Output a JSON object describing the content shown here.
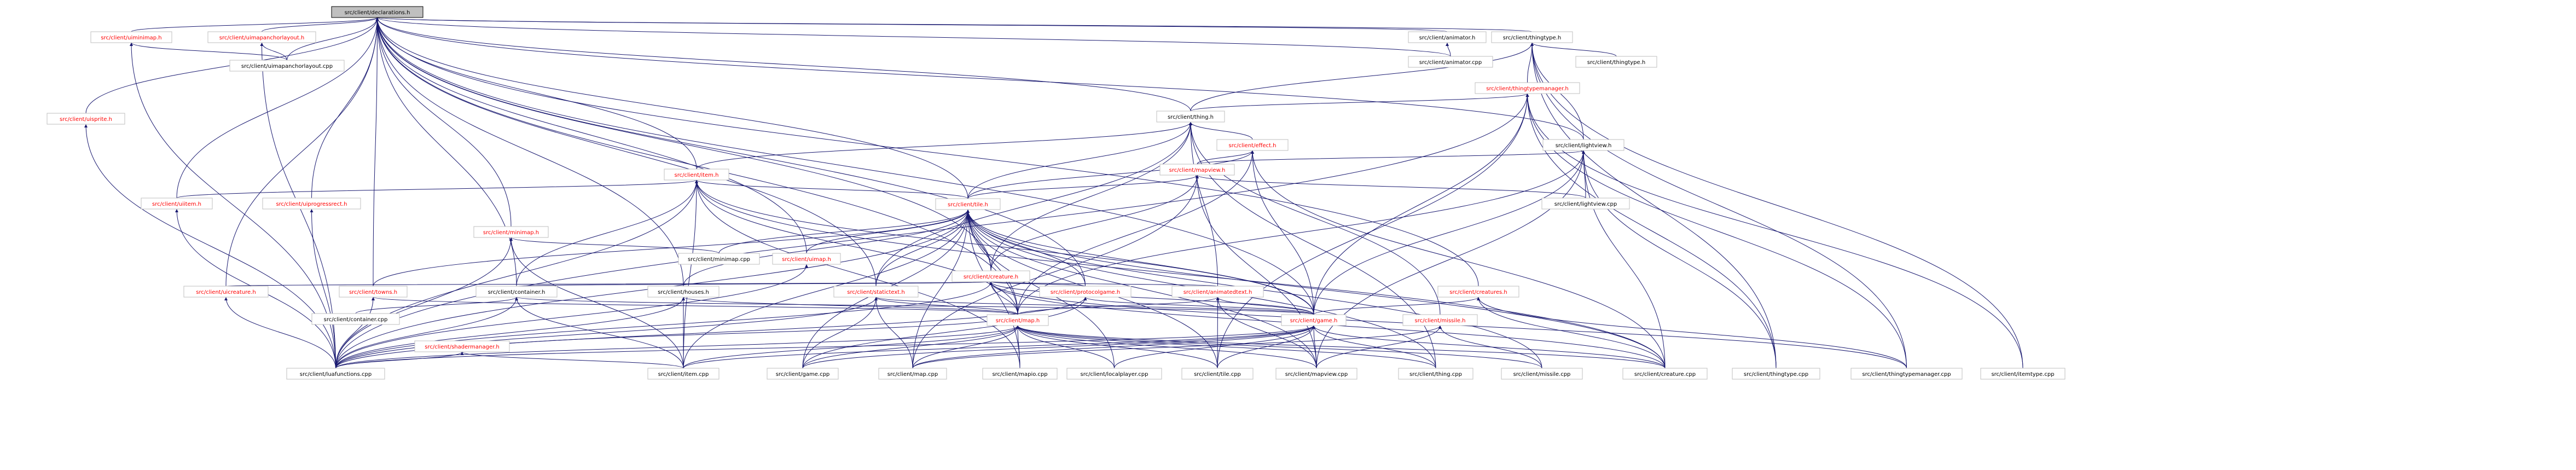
{
  "root": "src/client/declarations.h",
  "colors": {
    "edge": "#191970",
    "node_border": "#bfbfbf",
    "root_fill": "#bfbfbf",
    "link_red": "#ff0000",
    "text_black": "#000000"
  },
  "nodes": [
    {
      "id": "declarations",
      "label": "src/client/declarations.h",
      "red": false,
      "root": true
    },
    {
      "id": "animator_h",
      "label": "src/client/animator.h",
      "red": false
    },
    {
      "id": "animator_cpp",
      "label": "src/client/animator.cpp",
      "red": false
    },
    {
      "id": "thingtype_h",
      "label": "src/client/thingtype.h",
      "red": false
    },
    {
      "id": "thingtypemanager_h",
      "label": "src/client/thingtypemanager.h",
      "red": true
    },
    {
      "id": "thingtype2_h",
      "label": "src/client/thingtype.h",
      "red": false
    },
    {
      "id": "thing_h",
      "label": "src/client/thing.h",
      "red": false
    },
    {
      "id": "effect_h",
      "label": "src/client/effect.h",
      "red": true
    },
    {
      "id": "lightview_h",
      "label": "src/client/lightview.h",
      "red": false
    },
    {
      "id": "lightview_cpp",
      "label": "src/client/lightview.cpp",
      "red": false
    },
    {
      "id": "mapview_h",
      "label": "src/client/mapview.h",
      "red": true
    },
    {
      "id": "item_h",
      "label": "src/client/item.h",
      "red": true
    },
    {
      "id": "tile_h",
      "label": "src/client/tile.h",
      "red": true
    },
    {
      "id": "uiitem_h",
      "label": "src/client/uiitem.h",
      "red": true
    },
    {
      "id": "uiprogressrect_h",
      "label": "src/client/uiprogressrect.h",
      "red": true
    },
    {
      "id": "minimap_h",
      "label": "src/client/minimap.h",
      "red": true
    },
    {
      "id": "minimap_cpp",
      "label": "src/client/minimap.cpp",
      "red": false
    },
    {
      "id": "uimap_h",
      "label": "src/client/uimap.h",
      "red": true
    },
    {
      "id": "creature_h",
      "label": "src/client/creature.h",
      "red": true
    },
    {
      "id": "uicreature_h",
      "label": "src/client/uicreature.h",
      "red": true
    },
    {
      "id": "towns_h",
      "label": "src/client/towns.h",
      "red": true
    },
    {
      "id": "container_h",
      "label": "src/client/container.h",
      "red": false
    },
    {
      "id": "container_cpp",
      "label": "src/client/container.cpp",
      "red": false
    },
    {
      "id": "houses_h",
      "label": "src/client/houses.h",
      "red": false
    },
    {
      "id": "statictext_h",
      "label": "src/client/statictext.h",
      "red": true
    },
    {
      "id": "protocolgame_h",
      "label": "src/client/protocolgame.h",
      "red": true
    },
    {
      "id": "animatedtext_h",
      "label": "src/client/animatedtext.h",
      "red": true
    },
    {
      "id": "creatures_h",
      "label": "src/client/creatures.h",
      "red": true
    },
    {
      "id": "map_h",
      "label": "src/client/map.h",
      "red": true
    },
    {
      "id": "game_h",
      "label": "src/client/game.h",
      "red": true
    },
    {
      "id": "missile_h",
      "label": "src/client/missile.h",
      "red": true
    },
    {
      "id": "shadermanager_h",
      "label": "src/client/shadermanager.h",
      "red": true
    },
    {
      "id": "uisprite_h",
      "label": "src/client/uisprite.h",
      "red": true
    },
    {
      "id": "uiminimap_h",
      "label": "src/client/uiminimap.h",
      "red": true
    },
    {
      "id": "uimapanchorlayout_h",
      "label": "src/client/uimapanchorlayout.h",
      "red": true
    },
    {
      "id": "uimapanchorlayout_cpp",
      "label": "src/client/uimapanchorlayout.cpp",
      "red": false
    },
    {
      "id": "luafunctions_cpp",
      "label": "src/client/luafunctions.cpp",
      "red": false
    },
    {
      "id": "item_cpp",
      "label": "src/client/item.cpp",
      "red": false
    },
    {
      "id": "game_cpp",
      "label": "src/client/game.cpp",
      "red": false
    },
    {
      "id": "map_cpp",
      "label": "src/client/map.cpp",
      "red": false
    },
    {
      "id": "mapio_cpp",
      "label": "src/client/mapio.cpp",
      "red": false
    },
    {
      "id": "localplayer_cpp",
      "label": "src/client/localplayer.cpp",
      "red": false
    },
    {
      "id": "tile_cpp",
      "label": "src/client/tile.cpp",
      "red": false
    },
    {
      "id": "mapview_cpp",
      "label": "src/client/mapview.cpp",
      "red": false
    },
    {
      "id": "thing_cpp",
      "label": "src/client/thing.cpp",
      "red": false
    },
    {
      "id": "missile_cpp",
      "label": "src/client/missile.cpp",
      "red": false
    },
    {
      "id": "creature_cpp",
      "label": "src/client/creature.cpp",
      "red": false
    },
    {
      "id": "thingtype_cpp",
      "label": "src/client/thingtype.cpp",
      "red": false
    },
    {
      "id": "thingtypemanager_cpp",
      "label": "src/client/thingtypemanager.cpp",
      "red": false
    },
    {
      "id": "itemtype_cpp",
      "label": "src/client/itemtype.cpp",
      "red": false
    }
  ],
  "edges": [
    [
      "declarations",
      "animator_h"
    ],
    [
      "declarations",
      "animator_cpp"
    ],
    [
      "declarations",
      "thingtype_h"
    ],
    [
      "declarations",
      "thing_h"
    ],
    [
      "declarations",
      "lightview_h"
    ],
    [
      "declarations",
      "item_h"
    ],
    [
      "declarations",
      "tile_h"
    ],
    [
      "declarations",
      "uiitem_h"
    ],
    [
      "declarations",
      "uiprogressrect_h"
    ],
    [
      "declarations",
      "minimap_h"
    ],
    [
      "declarations",
      "uimap_h"
    ],
    [
      "declarations",
      "creature_h"
    ],
    [
      "declarations",
      "towns_h"
    ],
    [
      "declarations",
      "container_h"
    ],
    [
      "declarations",
      "houses_h"
    ],
    [
      "declarations",
      "statictext_h"
    ],
    [
      "declarations",
      "protocolgame_h"
    ],
    [
      "declarations",
      "creatures_h"
    ],
    [
      "declarations",
      "map_h"
    ],
    [
      "declarations",
      "game_h"
    ],
    [
      "declarations",
      "uisprite_h"
    ],
    [
      "declarations",
      "uiminimap_h"
    ],
    [
      "declarations",
      "uimapanchorlayout_h"
    ],
    [
      "declarations",
      "uimapanchorlayout_cpp"
    ],
    [
      "declarations",
      "uicreature_h"
    ],
    [
      "animator_h",
      "animator_cpp"
    ],
    [
      "thingtype_h",
      "thingtypemanager_h"
    ],
    [
      "thingtype_h",
      "thingtype2_h"
    ],
    [
      "thingtype_h",
      "thing_h"
    ],
    [
      "thingtype_h",
      "lightview_h"
    ],
    [
      "thingtype_h",
      "thingtype_cpp"
    ],
    [
      "thingtype_h",
      "thingtypemanager_cpp"
    ],
    [
      "thingtype_h",
      "itemtype_cpp"
    ],
    [
      "thingtypemanager_h",
      "thing_h"
    ],
    [
      "thingtypemanager_h",
      "luafunctions_cpp"
    ],
    [
      "thingtypemanager_h",
      "thingtypemanager_cpp"
    ],
    [
      "thingtypemanager_h",
      "thingtype_cpp"
    ],
    [
      "thingtypemanager_h",
      "itemtype_cpp"
    ],
    [
      "thingtypemanager_h",
      "game_h"
    ],
    [
      "thingtypemanager_h",
      "tile_cpp"
    ],
    [
      "thing_h",
      "effect_h"
    ],
    [
      "thing_h",
      "item_h"
    ],
    [
      "thing_h",
      "creature_h"
    ],
    [
      "thing_h",
      "tile_h"
    ],
    [
      "thing_h",
      "missile_h"
    ],
    [
      "thing_h",
      "statictext_h"
    ],
    [
      "thing_h",
      "thing_cpp"
    ],
    [
      "thing_h",
      "animatedtext_h"
    ],
    [
      "effect_h",
      "mapview_h"
    ],
    [
      "effect_h",
      "tile_h"
    ],
    [
      "effect_h",
      "map_h"
    ],
    [
      "effect_h",
      "game_h"
    ],
    [
      "effect_h",
      "creature_cpp"
    ],
    [
      "lightview_h",
      "mapview_h"
    ],
    [
      "lightview_h",
      "lightview_cpp"
    ],
    [
      "lightview_h",
      "map_h"
    ],
    [
      "lightview_h",
      "game_h"
    ],
    [
      "lightview_h",
      "mapview_cpp"
    ],
    [
      "lightview_h",
      "creature_cpp"
    ],
    [
      "lightview_h",
      "thingtype_cpp"
    ],
    [
      "mapview_h",
      "tile_h"
    ],
    [
      "mapview_h",
      "lightview_cpp"
    ],
    [
      "mapview_h",
      "creature_h"
    ],
    [
      "mapview_h",
      "mapview_cpp"
    ],
    [
      "mapview_h",
      "map_cpp"
    ],
    [
      "item_h",
      "tile_h"
    ],
    [
      "item_h",
      "uiitem_h"
    ],
    [
      "item_h",
      "container_h"
    ],
    [
      "item_h",
      "luafunctions_cpp"
    ],
    [
      "item_h",
      "item_cpp"
    ],
    [
      "item_h",
      "map_h"
    ],
    [
      "item_h",
      "game_h"
    ],
    [
      "item_h",
      "creature_cpp"
    ],
    [
      "item_h",
      "mapio_cpp"
    ],
    [
      "tile_h",
      "minimap_cpp"
    ],
    [
      "tile_h",
      "uimap_h"
    ],
    [
      "tile_h",
      "creature_h"
    ],
    [
      "tile_h",
      "towns_h"
    ],
    [
      "tile_h",
      "houses_h"
    ],
    [
      "tile_h",
      "statictext_h"
    ],
    [
      "tile_h",
      "protocolgame_h"
    ],
    [
      "tile_h",
      "map_h"
    ],
    [
      "tile_h",
      "game_h"
    ],
    [
      "tile_h",
      "luafunctions_cpp"
    ],
    [
      "tile_h",
      "item_cpp"
    ],
    [
      "tile_h",
      "game_cpp"
    ],
    [
      "tile_h",
      "map_cpp"
    ],
    [
      "tile_h",
      "mapio_cpp"
    ],
    [
      "tile_h",
      "localplayer_cpp"
    ],
    [
      "tile_h",
      "tile_cpp"
    ],
    [
      "tile_h",
      "mapview_cpp"
    ],
    [
      "tile_h",
      "thing_cpp"
    ],
    [
      "tile_h",
      "missile_cpp"
    ],
    [
      "tile_h",
      "creature_cpp"
    ],
    [
      "uiitem_h",
      "luafunctions_cpp"
    ],
    [
      "uiprogressrect_h",
      "luafunctions_cpp"
    ],
    [
      "minimap_h",
      "minimap_cpp"
    ],
    [
      "minimap_h",
      "luafunctions_cpp"
    ],
    [
      "minimap_h",
      "item_cpp"
    ],
    [
      "uimap_h",
      "luafunctions_cpp"
    ],
    [
      "creature_h",
      "uicreature_h"
    ],
    [
      "creature_h",
      "container_h"
    ],
    [
      "creature_h",
      "protocolgame_h"
    ],
    [
      "creature_h",
      "animatedtext_h"
    ],
    [
      "creature_h",
      "map_h"
    ],
    [
      "creature_h",
      "game_h"
    ],
    [
      "creature_h",
      "luafunctions_cpp"
    ],
    [
      "creature_h",
      "creature_cpp"
    ],
    [
      "creature_h",
      "thingtypemanager_cpp"
    ],
    [
      "uicreature_h",
      "luafunctions_cpp"
    ],
    [
      "towns_h",
      "luafunctions_cpp"
    ],
    [
      "towns_h",
      "map_h"
    ],
    [
      "container_h",
      "container_cpp"
    ],
    [
      "container_h",
      "game_h"
    ],
    [
      "container_h",
      "luafunctions_cpp"
    ],
    [
      "container_h",
      "item_cpp"
    ],
    [
      "houses_h",
      "map_h"
    ],
    [
      "houses_h",
      "luafunctions_cpp"
    ],
    [
      "houses_h",
      "item_cpp"
    ],
    [
      "statictext_h",
      "map_h"
    ],
    [
      "statictext_h",
      "game_h"
    ],
    [
      "statictext_h",
      "luafunctions_cpp"
    ],
    [
      "statictext_h",
      "map_cpp"
    ],
    [
      "statictext_h",
      "game_cpp"
    ],
    [
      "protocolgame_h",
      "game_h"
    ],
    [
      "protocolgame_h",
      "game_cpp"
    ],
    [
      "protocolgame_h",
      "luafunctions_cpp"
    ],
    [
      "animatedtext_h",
      "map_h"
    ],
    [
      "animatedtext_h",
      "mapview_cpp"
    ],
    [
      "animatedtext_h",
      "tile_cpp"
    ],
    [
      "animatedtext_h",
      "game_h"
    ],
    [
      "creatures_h",
      "game_h"
    ],
    [
      "creatures_h",
      "creature_cpp"
    ],
    [
      "creatures_h",
      "thingtypemanager_cpp"
    ],
    [
      "map_h",
      "luafunctions_cpp"
    ],
    [
      "map_h",
      "item_cpp"
    ],
    [
      "map_h",
      "game_cpp"
    ],
    [
      "map_h",
      "map_cpp"
    ],
    [
      "map_h",
      "mapio_cpp"
    ],
    [
      "map_h",
      "localplayer_cpp"
    ],
    [
      "map_h",
      "tile_cpp"
    ],
    [
      "map_h",
      "mapview_cpp"
    ],
    [
      "map_h",
      "thing_cpp"
    ],
    [
      "map_h",
      "missile_cpp"
    ],
    [
      "map_h",
      "creature_cpp"
    ],
    [
      "game_h",
      "luafunctions_cpp"
    ],
    [
      "game_h",
      "item_cpp"
    ],
    [
      "game_h",
      "game_cpp"
    ],
    [
      "game_h",
      "map_cpp"
    ],
    [
      "game_h",
      "localplayer_cpp"
    ],
    [
      "game_h",
      "tile_cpp"
    ],
    [
      "game_h",
      "mapview_cpp"
    ],
    [
      "game_h",
      "thing_cpp"
    ],
    [
      "game_h",
      "creature_cpp"
    ],
    [
      "missile_h",
      "missile_cpp"
    ],
    [
      "missile_h",
      "map_cpp"
    ],
    [
      "missile_h",
      "mapview_cpp"
    ],
    [
      "shadermanager_h",
      "luafunctions_cpp"
    ],
    [
      "shadermanager_h",
      "item_cpp"
    ],
    [
      "shadermanager_h",
      "map_h"
    ],
    [
      "uisprite_h",
      "luafunctions_cpp"
    ],
    [
      "uiminimap_h",
      "luafunctions_cpp"
    ],
    [
      "uiminimap_h",
      "uimapanchorlayout_cpp"
    ],
    [
      "uimapanchorlayout_h",
      "uimapanchorlayout_cpp"
    ],
    [
      "uimapanchorlayout_h",
      "luafunctions_cpp"
    ]
  ]
}
